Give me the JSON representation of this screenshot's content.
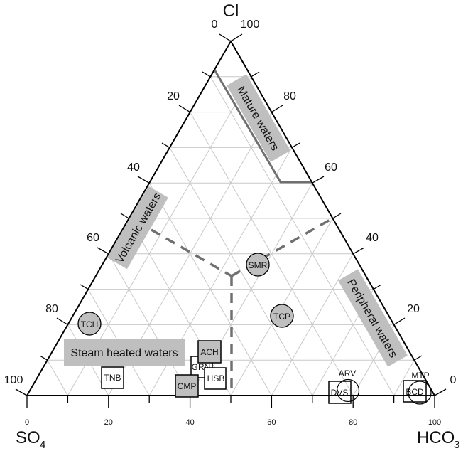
{
  "chart_data": {
    "type": "ternary",
    "title": "",
    "axes": {
      "top": {
        "label": "Cl",
        "corner": "top"
      },
      "left": {
        "label": "SO",
        "subscript": "4",
        "corner": "bottom-left"
      },
      "right": {
        "label": "HCO",
        "subscript": "3",
        "corner": "bottom-right"
      }
    },
    "ticks": {
      "left_edge": [
        "0",
        "20",
        "40",
        "60",
        "80",
        "100"
      ],
      "right_edge": [
        "100",
        "80",
        "60",
        "40",
        "20",
        "0"
      ],
      "bottom_edge": [
        "0",
        "20",
        "40",
        "60",
        "80",
        "100"
      ]
    },
    "grid": {
      "on": true,
      "step": 10
    },
    "regions": [
      {
        "name": "Mature waters",
        "edge": "right-upper"
      },
      {
        "name": "Volcanic waters",
        "edge": "left-middle"
      },
      {
        "name": "Peripheral waters",
        "edge": "right-lower"
      },
      {
        "name": "Steam heated waters",
        "edge": "bottom-left"
      }
    ],
    "points": [
      {
        "label": "TCH",
        "marker": "circle",
        "filled": true,
        "Cl": 20,
        "SO4": 75,
        "HCO3": 5
      },
      {
        "label": "TNB",
        "marker": "square",
        "filled": false,
        "Cl": 5,
        "SO4": 78,
        "HCO3": 17
      },
      {
        "label": "SMR",
        "marker": "circle",
        "filled": true,
        "Cl": 37,
        "SO4": 30,
        "HCO3": 33
      },
      {
        "label": "TCP",
        "marker": "circle",
        "filled": true,
        "Cl": 22,
        "SO4": 26,
        "HCO3": 52
      },
      {
        "label": "ACH",
        "marker": "square",
        "filled": true,
        "Cl": 12,
        "SO4": 51,
        "HCO3": 37
      },
      {
        "label": "GRN",
        "marker": "square",
        "filled": false,
        "Cl": 8,
        "SO4": 54,
        "HCO3": 38
      },
      {
        "label": "HSB",
        "marker": "square",
        "filled": false,
        "Cl": 5,
        "SO4": 50,
        "HCO3": 45
      },
      {
        "label": "CMP",
        "marker": "square",
        "filled": true,
        "Cl": 3,
        "SO4": 60,
        "HCO3": 37
      },
      {
        "label": "DVS",
        "marker": "square",
        "filled": false,
        "Cl": 1,
        "SO4": 24,
        "HCO3": 75
      },
      {
        "label": "ARV",
        "marker": "circle",
        "filled": false,
        "Cl": 2,
        "SO4": 21,
        "HCO3": 77
      },
      {
        "label": "BCD",
        "marker": "square",
        "filled": false,
        "Cl": 1,
        "SO4": 6,
        "HCO3": 93
      },
      {
        "label": "MTP",
        "marker": "circle",
        "filled": false,
        "Cl": 0,
        "SO4": 4,
        "HCO3": 96
      }
    ]
  },
  "labels": {
    "cl": "Cl",
    "so4_main": "SO",
    "so4_sub": "4",
    "hco3_main": "HCO",
    "hco3_sub": "3",
    "left_ticks": [
      "0",
      "20",
      "40",
      "60",
      "80",
      "100"
    ],
    "right_ticks": [
      "100",
      "80",
      "60",
      "40",
      "20",
      "0"
    ],
    "bottom_ticks": [
      "0",
      "20",
      "40",
      "60",
      "80",
      "100"
    ],
    "mature": "Mature waters",
    "volcanic": "Volcanic waters",
    "peripheral": "Peripheral waters",
    "steam": "Steam heated waters",
    "pts": {
      "tch": "TCH",
      "tnb": "TNB",
      "smr": "SMR",
      "tcp": "TCP",
      "ach": "ACH",
      "grn": "GRN",
      "hsb": "HSB",
      "cmp": "CMP",
      "dvs": "DVS",
      "arv": "ARV",
      "bcd": "BCD",
      "mtp": "MTP"
    }
  },
  "colors": {
    "region_fill": "#c0bfbf",
    "grid": "#c8c8c8",
    "boundary": "#707070",
    "point_fill": "#c0bfbf"
  }
}
